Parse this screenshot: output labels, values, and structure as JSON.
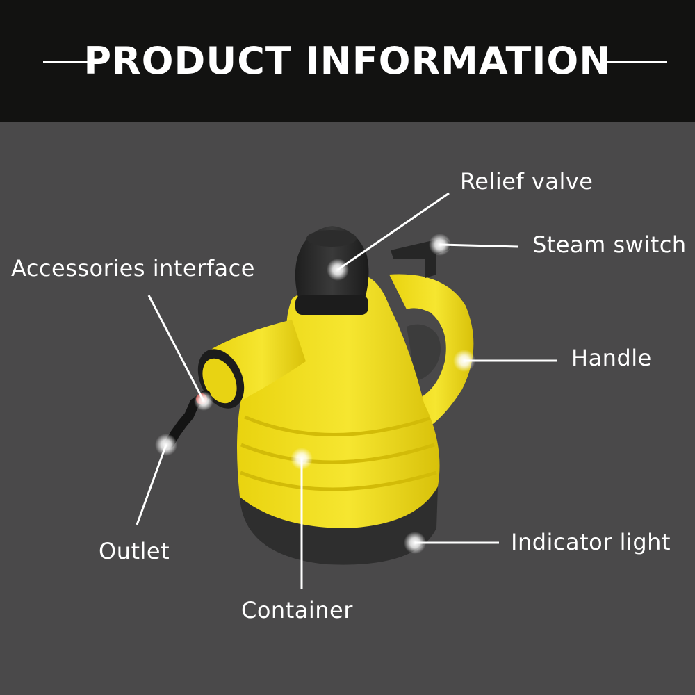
{
  "header": {
    "title": "PRODUCT INFORMATION"
  },
  "labels": {
    "relief_valve": "Relief valve",
    "steam_switch": "Steam switch",
    "accessories_interface": "Accessories interface",
    "handle": "Handle",
    "outlet": "Outlet",
    "indicator_light": "Indicator light",
    "container": "Container"
  },
  "colors": {
    "header_bg": "#121211",
    "page_bg": "#4a494a",
    "body_yellow": "#f2e21a",
    "base_dark": "#2f2f2f",
    "text": "#ffffff"
  }
}
